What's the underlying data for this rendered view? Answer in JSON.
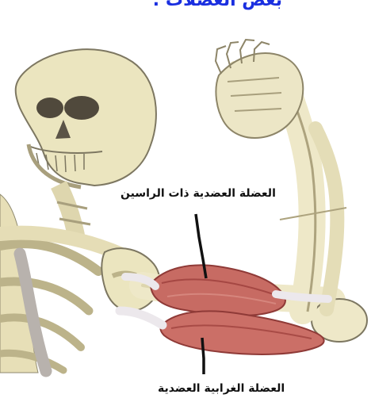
{
  "header": {
    "title_fragment": "بعض العضلات :",
    "title_color": "#1a2fe0"
  },
  "labels": {
    "biceps": "العضلة العضدية ذات الراسين",
    "brachioradialis": "العضلة الغرابية العضدية"
  },
  "colors": {
    "bone": "#ebe5bf",
    "bone_shadow": "#c7be8e",
    "muscle": "#c76b63",
    "muscle_dark": "#9c3f3b",
    "tendon": "#ece8ec"
  }
}
